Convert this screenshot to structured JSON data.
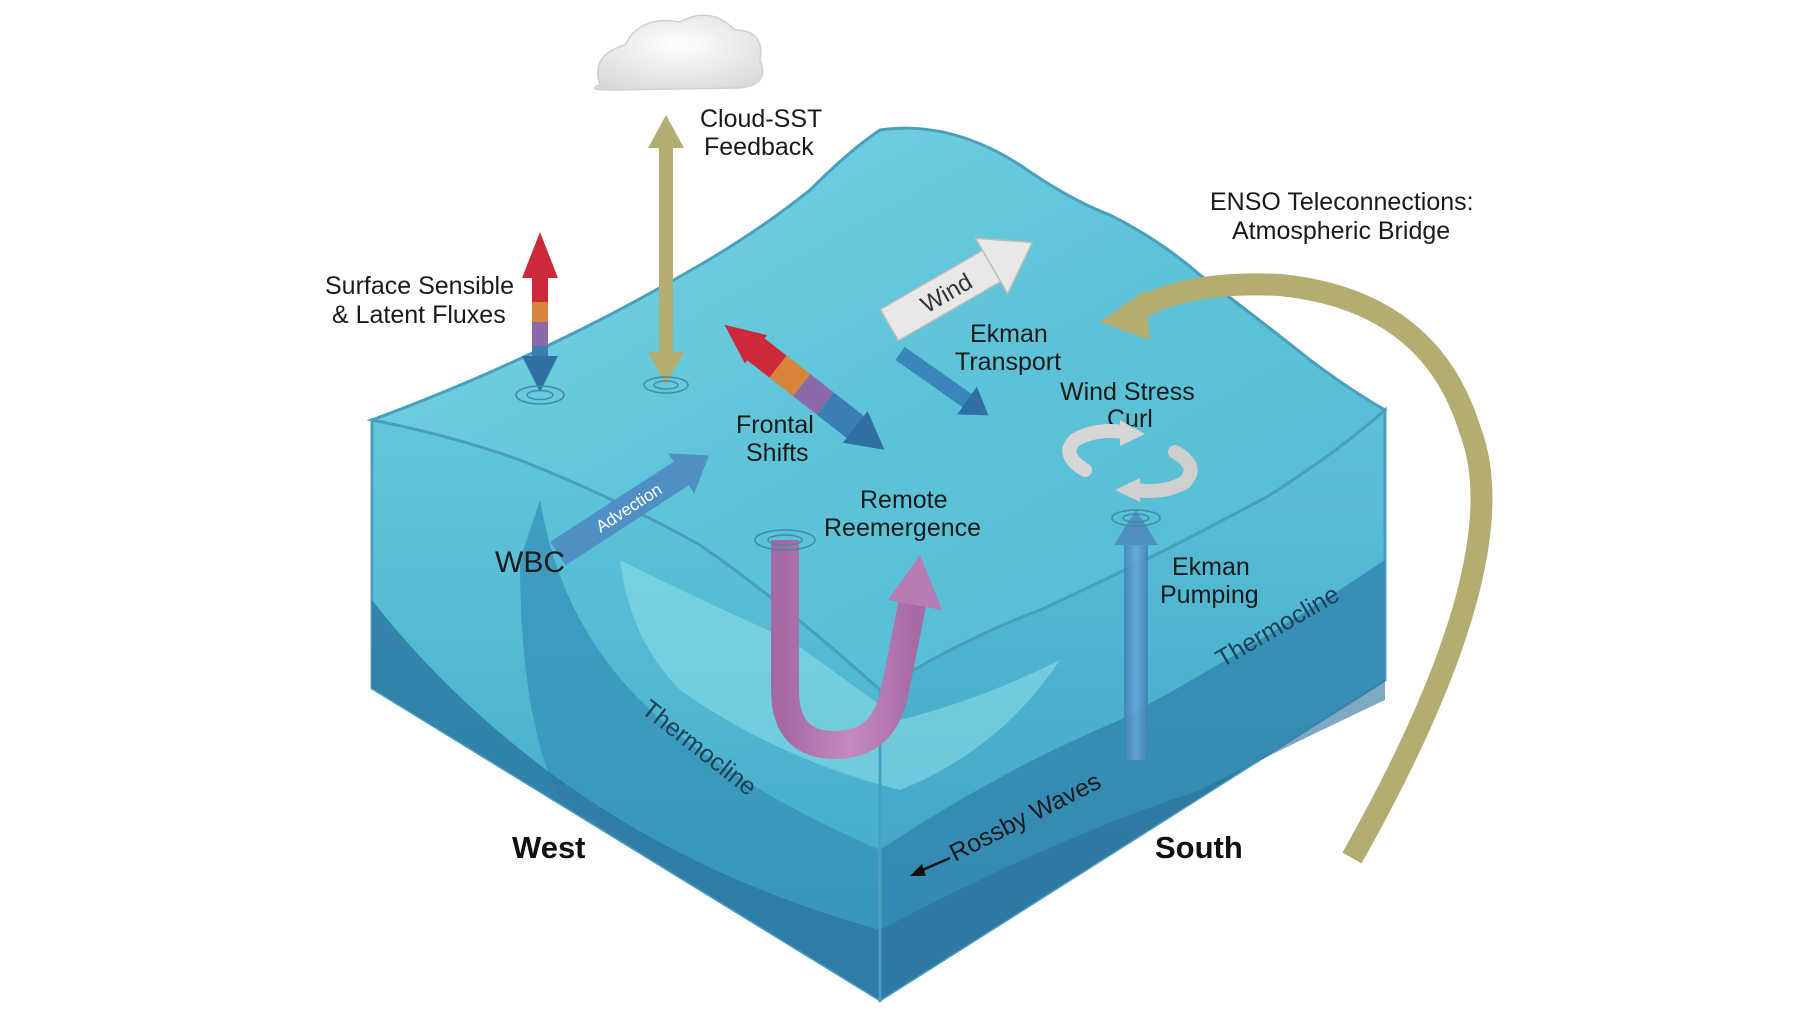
{
  "labels": {
    "cloud_sst_line1": "Cloud-SST",
    "cloud_sst_line2": "Feedback",
    "surface_fluxes_line1": "Surface Sensible",
    "surface_fluxes_line2": "& Latent Fluxes",
    "enso_line1": "ENSO Teleconnections:",
    "enso_line2": "Atmospheric Bridge",
    "wind": "Wind",
    "ekman_transport_line1": "Ekman",
    "ekman_transport_line2": "Transport",
    "wind_stress_curl_line1": "Wind Stress",
    "wind_stress_curl_line2": "Curl",
    "frontal_shifts_line1": "Frontal",
    "frontal_shifts_line2": "Shifts",
    "advection": "Advection",
    "wbc": "WBC",
    "remote_reemergence_line1": "Remote",
    "remote_reemergence_line2": "Reemergence",
    "ekman_pumping_line1": "Ekman",
    "ekman_pumping_line2": "Pumping",
    "thermocline_west": "Thermocline",
    "thermocline_south": "Thermocline",
    "rossby_waves": "Rossby Waves",
    "west": "West",
    "south": "South"
  },
  "colors": {
    "ocean_top": "#5cc6d8",
    "ocean_left_face": "#43b3cf",
    "ocean_right_face": "#3aa8c8",
    "thermocline_band": "#2f7fa8",
    "deep_band": "#2a6e98",
    "khaki_arrow": "#b4ad72",
    "pink_arrow": "#b87bb4",
    "blue_arrow": "#4f8fc4",
    "red": "#cc2a3a",
    "orange": "#d8843a",
    "purple": "#8c6aa8",
    "wind_arrow": "#e6e6e6"
  },
  "icons": {
    "cloud": "cloud-icon",
    "curl": "circular-arrows-icon"
  }
}
